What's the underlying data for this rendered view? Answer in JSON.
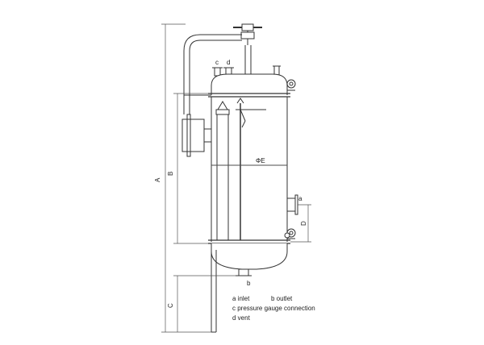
{
  "dimensions": {
    "a": "A",
    "b": "B",
    "c": "C",
    "d": "D",
    "diameter": "ΦE"
  },
  "nozzle_tags": {
    "c": "c",
    "d": "d",
    "b": "b",
    "a": "a"
  },
  "legend": {
    "inlet": "a inlet",
    "outlet": "b outlet",
    "pressure_gauge": "c pressure gauge connection",
    "vent": "d vent"
  }
}
